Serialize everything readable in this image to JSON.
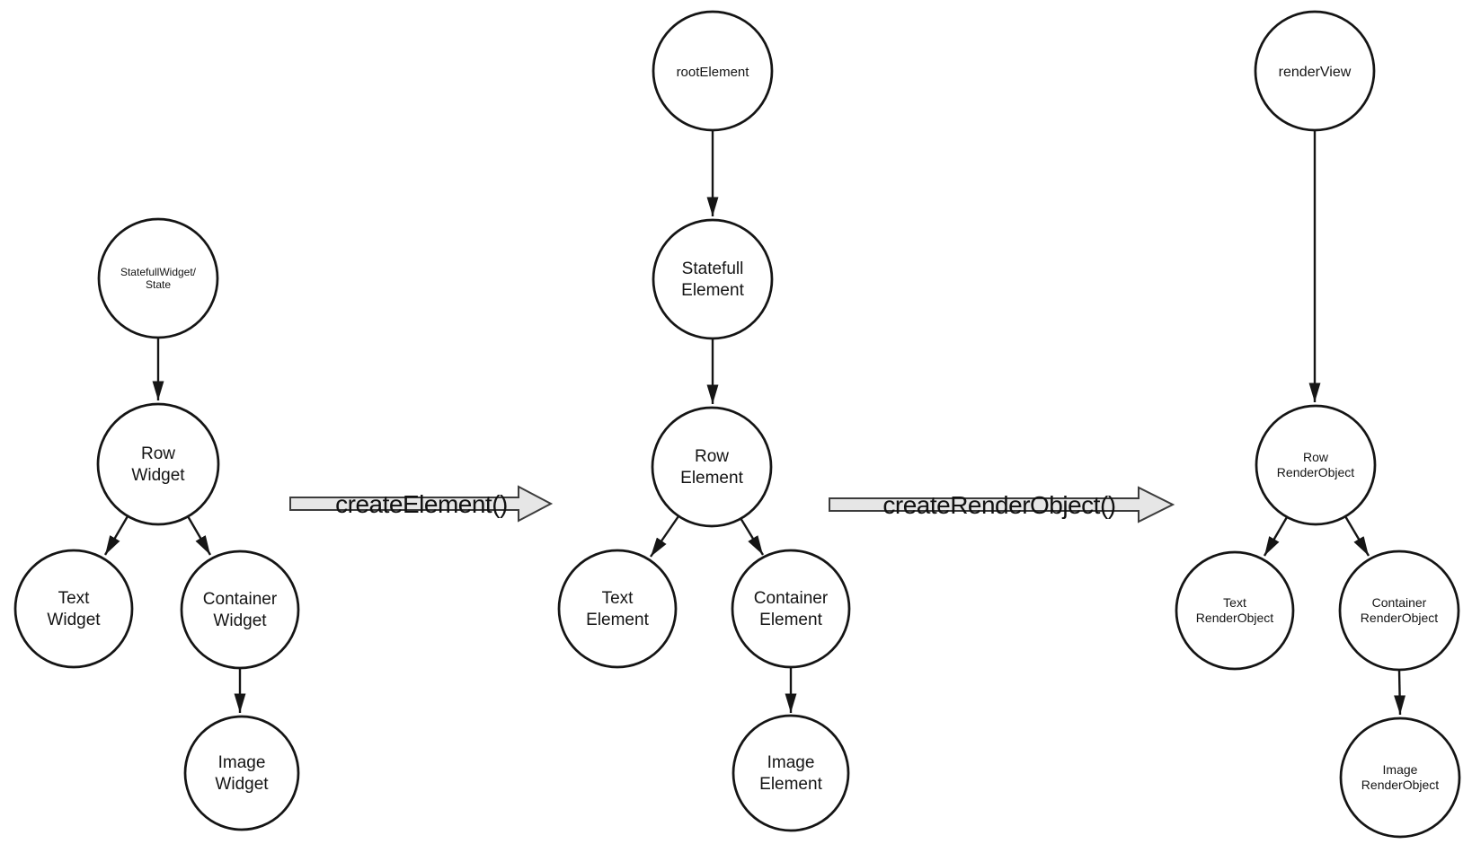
{
  "diagram": {
    "colors": {
      "background": "#ffffff",
      "node_fill": "#ffffff",
      "node_stroke": "#151515",
      "edge": "#151515",
      "block_arrow_fill": "#e6e6e6",
      "block_arrow_stroke": "#3c3c3c",
      "text": "#141414"
    },
    "widget_tree": {
      "nodes": {
        "statefull_widget_state": {
          "line1": "StatefullWidget/",
          "line2": "State"
        },
        "row_widget": {
          "line1": "Row",
          "line2": "Widget"
        },
        "text_widget": {
          "line1": "Text",
          "line2": "Widget"
        },
        "container_widget": {
          "line1": "Container",
          "line2": "Widget"
        },
        "image_widget": {
          "line1": "Image",
          "line2": "Widget"
        }
      }
    },
    "element_tree": {
      "nodes": {
        "root_element": {
          "line1": "rootElement"
        },
        "statefull_element": {
          "line1": "Statefull",
          "line2": "Element"
        },
        "row_element": {
          "line1": "Row",
          "line2": "Element"
        },
        "text_element": {
          "line1": "Text",
          "line2": "Element"
        },
        "container_element": {
          "line1": "Container",
          "line2": "Element"
        },
        "image_element": {
          "line1": "Image",
          "line2": "Element"
        }
      }
    },
    "render_tree": {
      "nodes": {
        "render_view": {
          "line1": "renderView"
        },
        "row_render_object": {
          "line1": "Row",
          "line2": "RenderObject"
        },
        "text_render_object": {
          "line1": "Text",
          "line2": "RenderObject"
        },
        "container_render_object": {
          "line1": "Container",
          "line2": "RenderObject"
        },
        "image_render_object": {
          "line1": "Image",
          "line2": "RenderObject"
        }
      }
    },
    "transitions": {
      "create_element": {
        "label": "createElement()"
      },
      "create_render_object": {
        "label": "createRenderObject()"
      }
    }
  }
}
